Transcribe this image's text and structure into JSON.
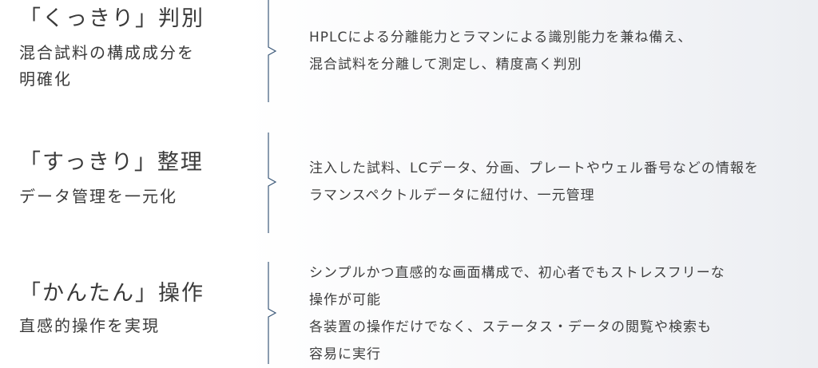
{
  "features": [
    {
      "title": "「くっきり」判別",
      "subtitle_lines": [
        "混合試料の構成成分を",
        "明確化"
      ],
      "description_lines": [
        "HPLCによる分離能力とラマンによる識別能力を兼ね備え、",
        "混合試料を分離して測定し、精度高く判別"
      ]
    },
    {
      "title": "「すっきり」整理",
      "subtitle_lines": [
        "データ管理を一元化"
      ],
      "description_lines": [
        "注入した試料、LCデータ、分画、プレートやウェル番号などの情報を",
        "ラマンスペクトルデータに紐付け、一元管理"
      ]
    },
    {
      "title": "「かんたん」操作",
      "subtitle_lines": [
        "直感的操作を実現"
      ],
      "description_lines": [
        "シンプルかつ直感的な画面構成で、初心者でもストレスフリーな",
        "操作が可能",
        "各装置の操作だけでなく、ステータス・データの閲覧や検索も",
        "容易に実行"
      ]
    }
  ],
  "colors": {
    "divider_line": "#3d5a7a",
    "heading_text": "#3a3a3a",
    "body_text": "#3f3f3f"
  }
}
